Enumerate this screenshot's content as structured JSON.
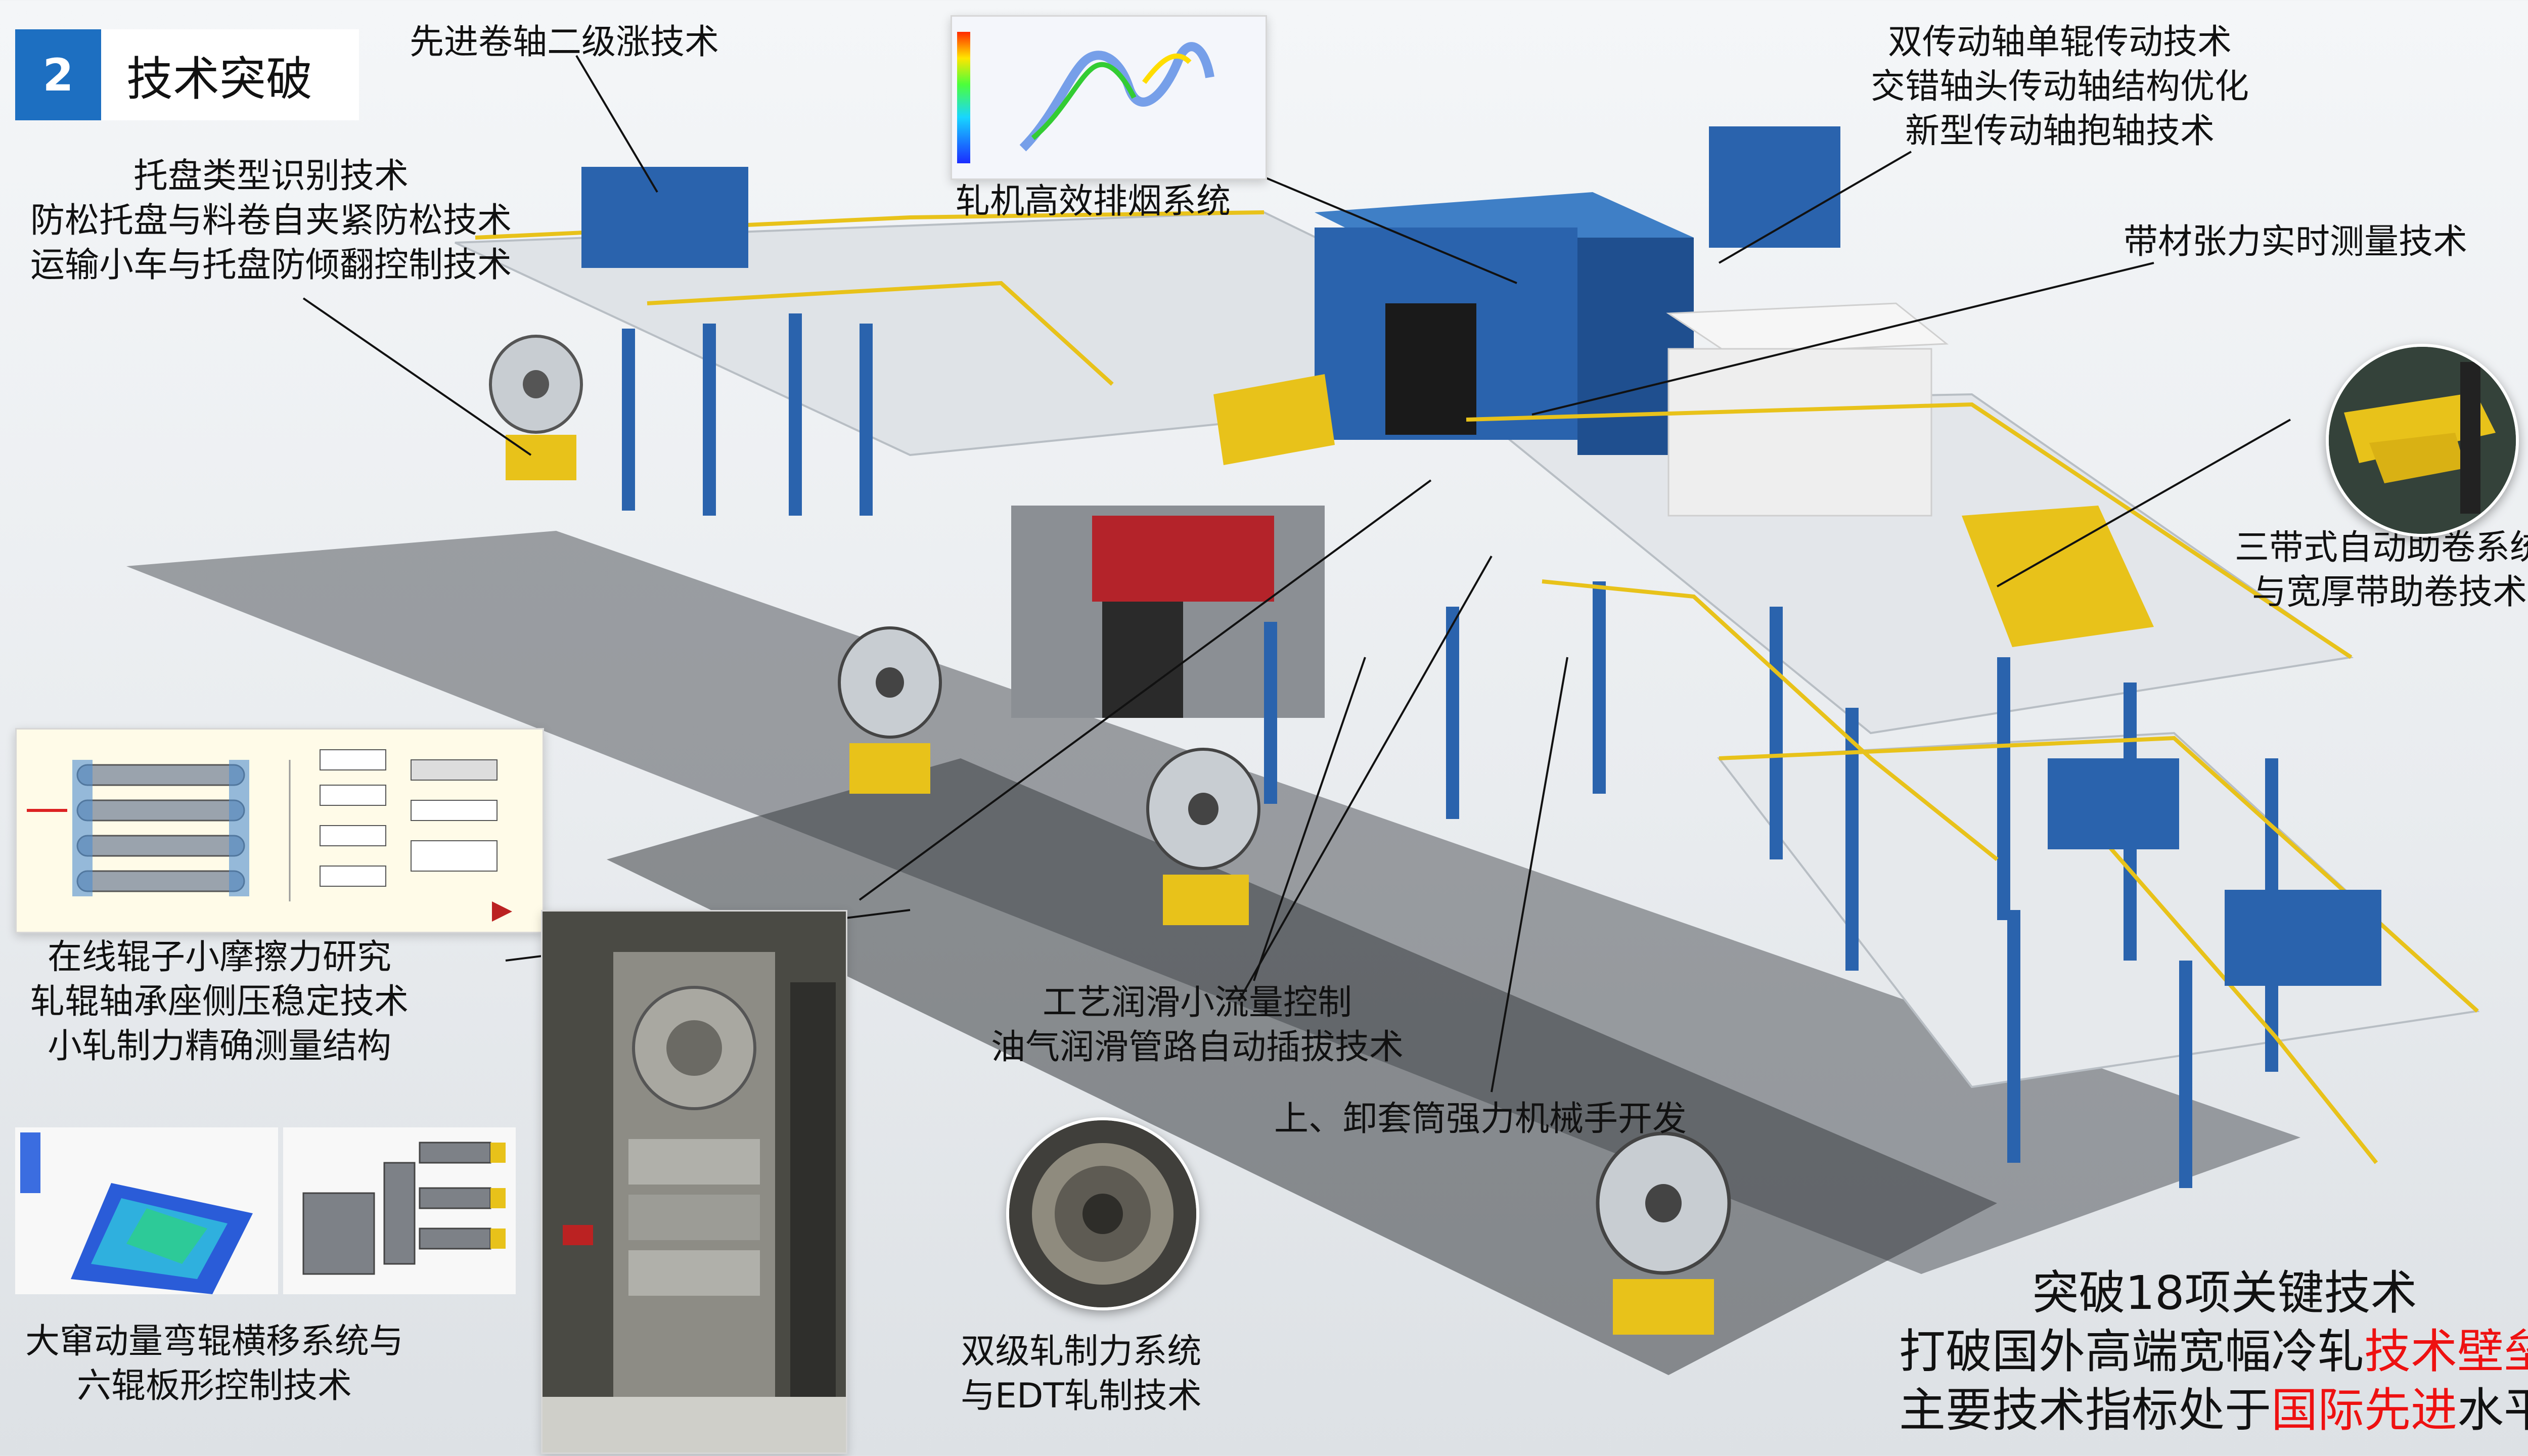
{
  "header": {
    "number": "2",
    "title": "技术突破"
  },
  "callouts": {
    "expander": [
      "先进卷轴二级涨技术"
    ],
    "pallet": [
      "托盘类型识别技术",
      "防松托盘与料卷自夹紧防松技术",
      "运输小车与托盘防倾翻控制技术"
    ],
    "smoke": [
      "轧机高效排烟系统"
    ],
    "drive": [
      "双传动轴单辊传动技术",
      "交错轴头传动轴结构优化",
      "新型传动轴抱轴技术"
    ],
    "tension": [
      "带材张力实时测量技术"
    ],
    "wrapper": [
      "三带式自动助卷系统",
      "与宽厚带助卷技术"
    ],
    "friction": [
      "在线辊子小摩擦力研究",
      "轧辊轴承座侧压稳定技术",
      "小轧制力精确测量结构"
    ],
    "lubrication": [
      "工艺润滑小流量控制",
      "油气润滑管路自动插拔技术"
    ],
    "sleeve": [
      "上、卸套筒强力机械手开发"
    ],
    "bending": [
      "大窜动量弯辊横移系统与",
      "六辊板形控制技术"
    ],
    "rolling_force": [
      "双级轧制力系统",
      "与EDT轧制技术"
    ]
  },
  "summary": {
    "line1": "突破18项关键技术",
    "line2_a": "打破国外高端宽幅冷轧",
    "line2_b": "技术壁垒",
    "line3_a": "主要技术指标处于",
    "line3_b": "国际先进",
    "line3_c": "水平"
  },
  "colors": {
    "blue": "#1d6fc1",
    "yellow": "#e8c21a",
    "red": "#e11111",
    "steel": "#2a5fa8"
  }
}
